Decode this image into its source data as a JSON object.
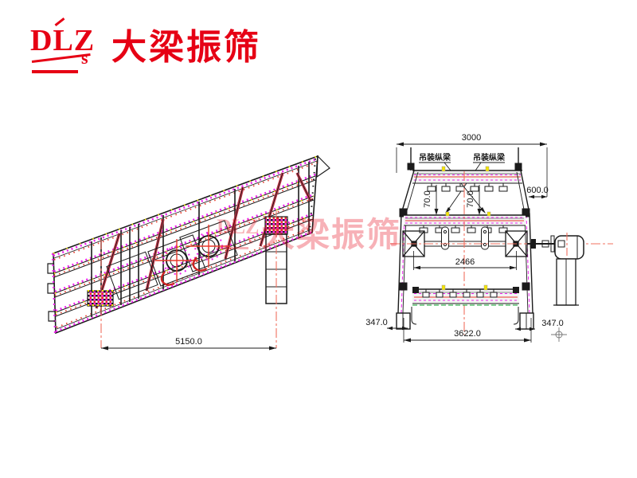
{
  "logo": {
    "letters": "DLZ",
    "sub": "s",
    "brand_cn": "大梁振筛"
  },
  "watermark": {
    "letters": "DLZ",
    "sub": "s",
    "brand_cn": "大梁振筛"
  },
  "side_view": {
    "dim_length": "5150.0"
  },
  "front_view": {
    "dim_width_top": "3000",
    "labels": {
      "left": "吊装纵梁",
      "right": "吊装纵梁"
    },
    "dim_drop_left": "70.0",
    "dim_drop_right": "70.0",
    "dim_motor_offset": "600.0",
    "dim_shaft_span": "2466",
    "dim_foot_left": "347.0",
    "dim_foot_right": "347.0",
    "dim_base_width": "3622.0"
  },
  "colors": {
    "brand_red": "#e60014",
    "line_black": "#1b1b1b",
    "line_gray": "#9c9c9c",
    "line_red": "#e8392b",
    "centerline_red": "#f0705f",
    "mark_magenta": "#ee22ee",
    "mark_yellow": "#f5e400",
    "mark_green": "#0aa32a"
  }
}
